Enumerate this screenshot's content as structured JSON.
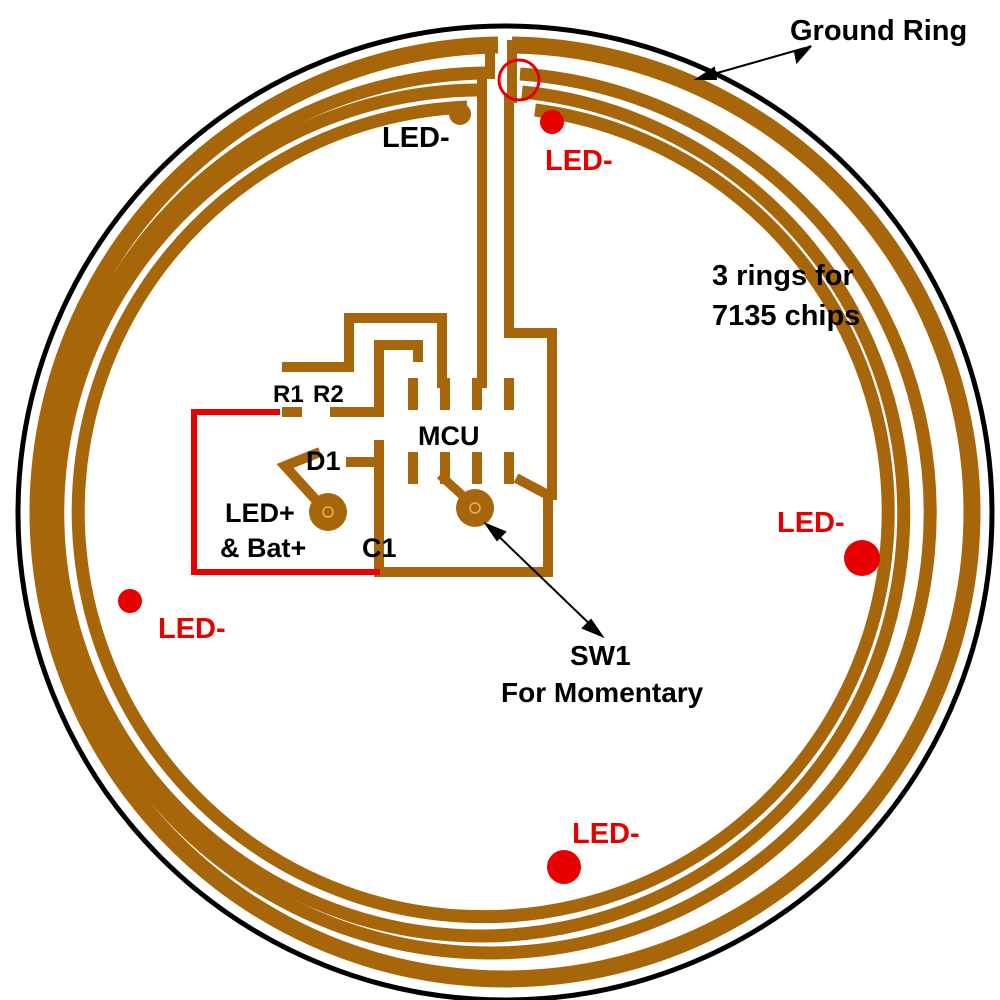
{
  "labels": {
    "ground_ring": "Ground Ring",
    "rings_line1": "3 rings for",
    "rings_line2": "7135 chips",
    "led_minus_black": "LED-",
    "led_minus_red_top": "LED-",
    "led_minus_red_right": "LED-",
    "led_minus_red_left": "LED-",
    "led_minus_red_bottom": "LED-",
    "r1": "R1",
    "r2": "R2",
    "mcu": "MCU",
    "d1": "D1",
    "led_plus_line1": "LED+",
    "led_plus_line2": "& Bat+",
    "c1": "C1",
    "sw1_line1": "SW1",
    "sw1_line2": "For Momentary"
  },
  "colors": {
    "copper": "#a8660a",
    "red": "#e60000",
    "outline": "#000000",
    "background": "#ffffff"
  }
}
